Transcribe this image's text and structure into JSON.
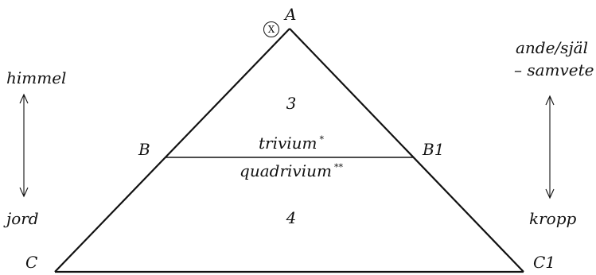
{
  "vertices": {
    "a": "A",
    "b": "B",
    "b1": "B1",
    "c": "C",
    "c1": "C1"
  },
  "marker": "X",
  "top_section": {
    "number": "3",
    "label": "trivium",
    "footnote_mark": "*"
  },
  "bottom_section": {
    "number": "4",
    "label": "quadrivium",
    "footnote_mark": "**"
  },
  "left_axis": {
    "top": "himmel",
    "bottom": "jord"
  },
  "right_axis": {
    "top_line1": "ande/själ",
    "top_line2": "– samvete",
    "bottom": "kropp"
  }
}
